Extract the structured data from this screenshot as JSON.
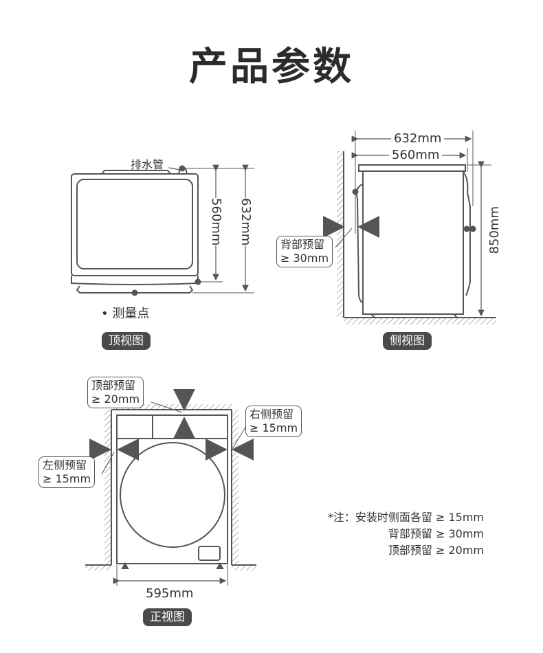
{
  "title": "产品参数",
  "top_view": {
    "badge": "顶视图",
    "drain_label": "排水管",
    "legend": "• 测量点",
    "dim_inner": "560mm",
    "dim_outer": "632mm"
  },
  "side_view": {
    "badge": "侧视图",
    "dim_outer": "632mm",
    "dim_inner": "560mm",
    "dim_height": "850mm",
    "back_clearance_line1": "背部预留",
    "back_clearance_line2": "≥ 30mm"
  },
  "front_view": {
    "badge": "正视图",
    "dim_width": "595mm",
    "top_clearance_line1": "顶部预留",
    "top_clearance_line2": "≥ 20mm",
    "right_clearance_line1": "右侧预留",
    "right_clearance_line2": "≥ 15mm",
    "left_clearance_line1": "左侧预留",
    "left_clearance_line2": "≥ 15mm"
  },
  "notes": [
    "*注：安装时侧面各留 ≥ 15mm",
    "背部预留 ≥ 30mm",
    "顶部预留 ≥ 20mm"
  ],
  "colors": {
    "line": "#555555",
    "badge_bg": "#4a4a4a",
    "text": "#333333"
  }
}
